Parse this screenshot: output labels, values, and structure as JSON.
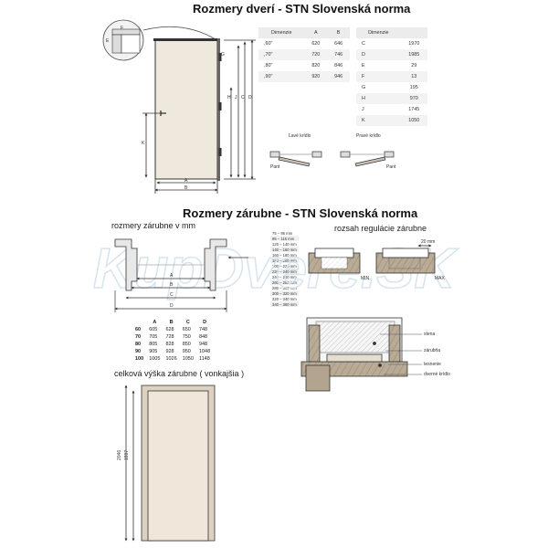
{
  "door_section": {
    "title": "Rozmery dverí  -   STN  Slovenská  norma",
    "dims_left": {
      "headers": [
        "Dimenzie",
        "A",
        "B"
      ],
      "rows": [
        [
          ",60\"",
          "620",
          "646"
        ],
        [
          ",70\"",
          "720",
          "746"
        ],
        [
          ",80\"",
          "820",
          "846"
        ],
        [
          ",90\"",
          "920",
          "946"
        ]
      ]
    },
    "dims_right": {
      "headers": [
        "Dimenzie",
        ""
      ],
      "rows": [
        [
          "C",
          "1970"
        ],
        [
          "D",
          "1985"
        ],
        [
          "E",
          "29"
        ],
        [
          "F",
          "13"
        ],
        [
          "G",
          "195"
        ],
        [
          "H",
          "970"
        ],
        [
          "J",
          "1745"
        ],
        [
          "K",
          "1050"
        ]
      ]
    },
    "labels": {
      "A": "A",
      "B": "B",
      "C": "C",
      "D": "D",
      "E": "E",
      "F": "F",
      "G": "G",
      "H": "H",
      "J": "J",
      "K": "K"
    },
    "opening": {
      "left": "Ľavé krídlo",
      "right": "Pravé krídlo",
      "pant_left": "Pant",
      "pant_right": "Pant"
    }
  },
  "frame_section": {
    "title": "Rozmery  zárubne  -   STN  Slovenská  norma",
    "subtitle_left": "rozmery zárubne  v  mm",
    "subtitle_right": "rozsah regulácie  zárubne",
    "labels": {
      "A": "A",
      "B": "B",
      "C": "C",
      "D": "D"
    },
    "frame_table": {
      "headers": [
        "",
        "A",
        "B",
        "C",
        "D"
      ],
      "rows": [
        [
          "60",
          "605",
          "628",
          "650",
          "748"
        ],
        [
          "70",
          "705",
          "728",
          "750",
          "848"
        ],
        [
          "80",
          "805",
          "828",
          "850",
          "948"
        ],
        [
          "90",
          "905",
          "928",
          "950",
          "1048"
        ],
        [
          "100",
          "1005",
          "1026",
          "1050",
          "1148"
        ]
      ]
    },
    "regulation_ranges": [
      "75 – 95 mm",
      "95 – 115 mm",
      "120 – 140 mm",
      "140 – 160 mm",
      "160 – 180 mm",
      "180 – 200 mm",
      "200 – 220 mm",
      "220 – 240 mm",
      "240 – 260 mm",
      "260 – 280 mm",
      "280 – 300 mm",
      "300 – 320 mm",
      "320 – 340 mm",
      "340 – 360 mm"
    ],
    "regulation_labels": {
      "gap": "20 mm",
      "min": "MIN",
      "max": "MAX"
    },
    "wall_labels": {
      "stena": "stena",
      "zarubna": "zárubňa",
      "tesnenie": "tesnenie",
      "dverne_kridlo": "dverné krídlo"
    },
    "height_title": "celková výška zárubne ( vonkajšia )",
    "height_values": {
      "outer": "2046",
      "inner": "1997"
    }
  },
  "watermark": "KupDvere.SK",
  "colors": {
    "door": "#efe8dc",
    "frame": "#ddd2c2",
    "wood": "#a89a86",
    "line": "#333333"
  }
}
